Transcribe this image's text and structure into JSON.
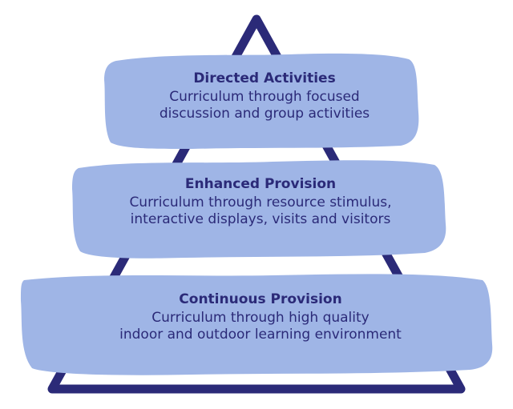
{
  "colors": {
    "outline": "#2b2a78",
    "band_fill": "#9fb5e6",
    "text": "#2b2a78",
    "background": "#ffffff"
  },
  "tiers": [
    {
      "title": "Directed Activities",
      "description_lines": [
        "Curriculum through focused",
        "discussion and group activities"
      ]
    },
    {
      "title": "Enhanced Provision",
      "description_lines": [
        "Curriculum through resource stimulus,",
        "interactive displays, visits and visitors"
      ]
    },
    {
      "title": "Continuous Provision",
      "description_lines": [
        "Curriculum through high quality",
        "indoor and outdoor learning environment"
      ]
    }
  ]
}
